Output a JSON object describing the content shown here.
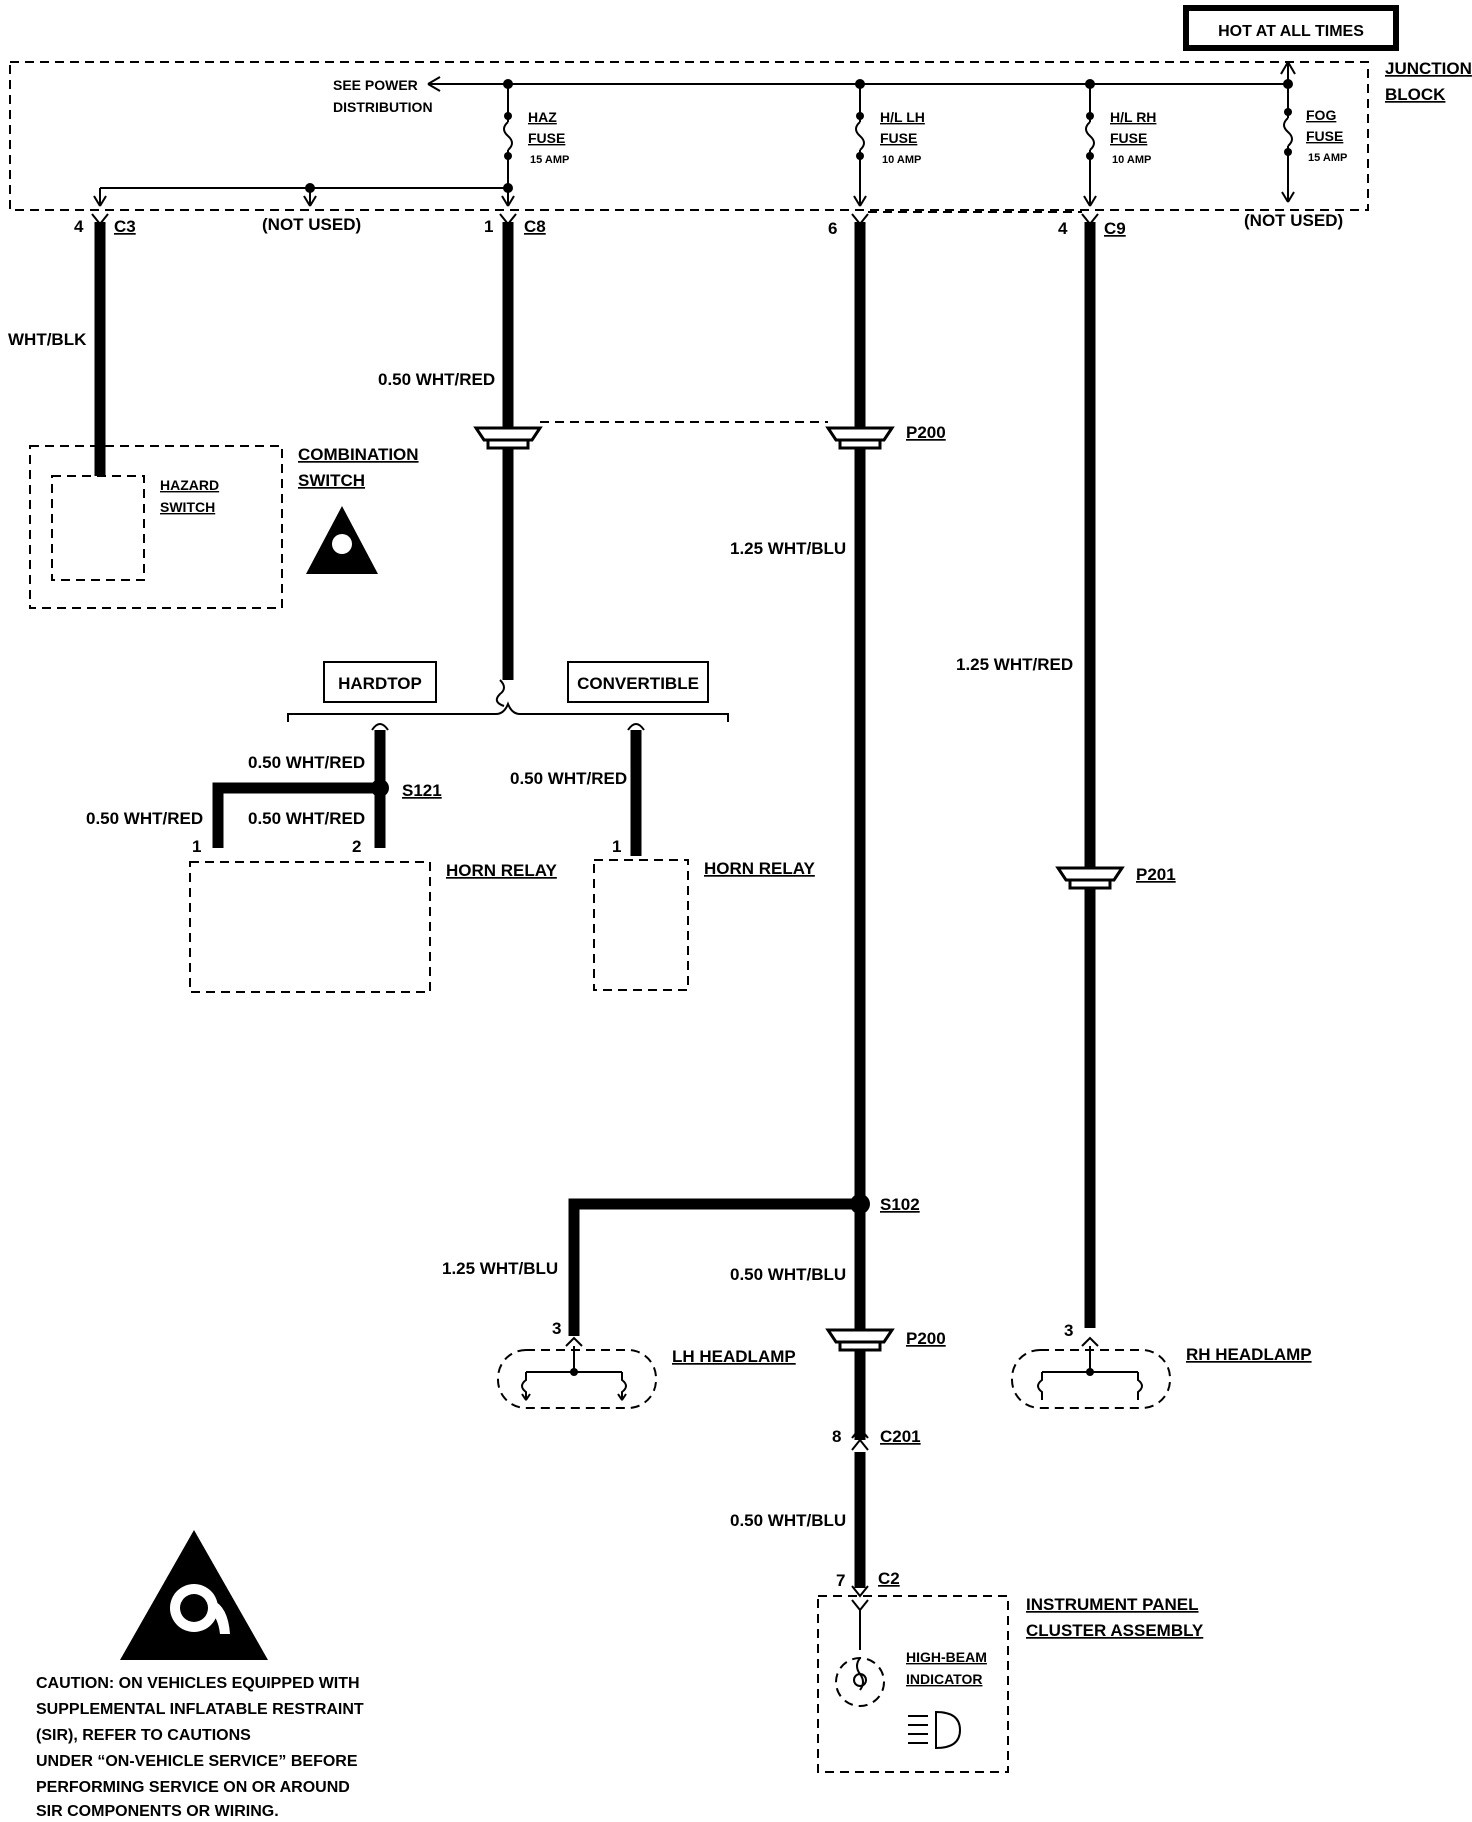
{
  "header": {
    "hot_label": "HOT AT ALL TIMES"
  },
  "junction_block": {
    "label_line1": "JUNCTION",
    "label_line2": "BLOCK",
    "see_power_line1": "SEE POWER",
    "see_power_line2": "DISTRIBUTION",
    "fuses": [
      {
        "name1": "HAZ",
        "name2": "FUSE",
        "amps": "15 AMP"
      },
      {
        "name1": "H/L LH",
        "name2": "FUSE",
        "amps": "10 AMP"
      },
      {
        "name1": "H/L RH",
        "name2": "FUSE",
        "amps": "10 AMP"
      },
      {
        "name1": "FOG",
        "name2": "FUSE",
        "amps": "15 AMP"
      }
    ],
    "not_used_left": "(NOT USED)",
    "not_used_right": "(NOT USED)"
  },
  "connectors": {
    "c3": {
      "pin": "4",
      "name": "C3"
    },
    "c8": {
      "pin": "1",
      "name": "C8"
    },
    "c6": {
      "pin": "6"
    },
    "c9": {
      "pin": "4",
      "name": "C9"
    },
    "p200_top": "P200",
    "p200_bottom": "P200",
    "p201": "P201",
    "s121": "S121",
    "s102": "S102",
    "c201": {
      "pin": "8",
      "name": "C201"
    },
    "c2": {
      "pin": "7",
      "name": "C2"
    }
  },
  "wires": {
    "wht_blk": "WHT/BLK",
    "c8_wire": "0.50 WHT/RED",
    "lh_main": "1.25 WHT/BLU",
    "rh_main": "1.25 WHT/RED",
    "hardtop_top": "0.50 WHT/RED",
    "hardtop_pin1": "0.50 WHT/RED",
    "hardtop_pin2": "0.50 WHT/RED",
    "convertible": "0.50 WHT/RED",
    "lh_headlamp_feed": "1.25 WHT/BLU",
    "s102_down": "0.50 WHT/BLU",
    "c201_down": "0.50 WHT/BLU"
  },
  "components": {
    "combination_switch_line1": "COMBINATION",
    "combination_switch_line2": "SWITCH",
    "hazard_switch_line1": "HAZARD",
    "hazard_switch_line2": "SWITCH",
    "hardtop": "HARDTOP",
    "convertible": "CONVERTIBLE",
    "horn_relay_hardtop": "HORN RELAY",
    "horn_relay_convertible": "HORN RELAY",
    "horn_pin1": "1",
    "horn_pin2": "2",
    "conv_pin1": "1",
    "lh_headlamp": "LH HEADLAMP",
    "lh_pin": "3",
    "rh_headlamp": "RH HEADLAMP",
    "rh_pin": "3",
    "ipc_line1": "INSTRUMENT PANEL",
    "ipc_line2": "CLUSTER ASSEMBLY",
    "high_beam_line1": "HIGH-BEAM",
    "high_beam_line2": "INDICATOR"
  },
  "caution": {
    "icon": "sir-airbag-warning-icon",
    "lines": [
      "CAUTION:  ON VEHICLES EQUIPPED WITH",
      "SUPPLEMENTAL INFLATABLE RESTRAINT",
      "(SIR), REFER TO CAUTIONS",
      "UNDER “ON-VEHICLE SERVICE” BEFORE",
      "PERFORMING SERVICE ON OR AROUND",
      "SIR COMPONENTS OR WIRING."
    ]
  }
}
